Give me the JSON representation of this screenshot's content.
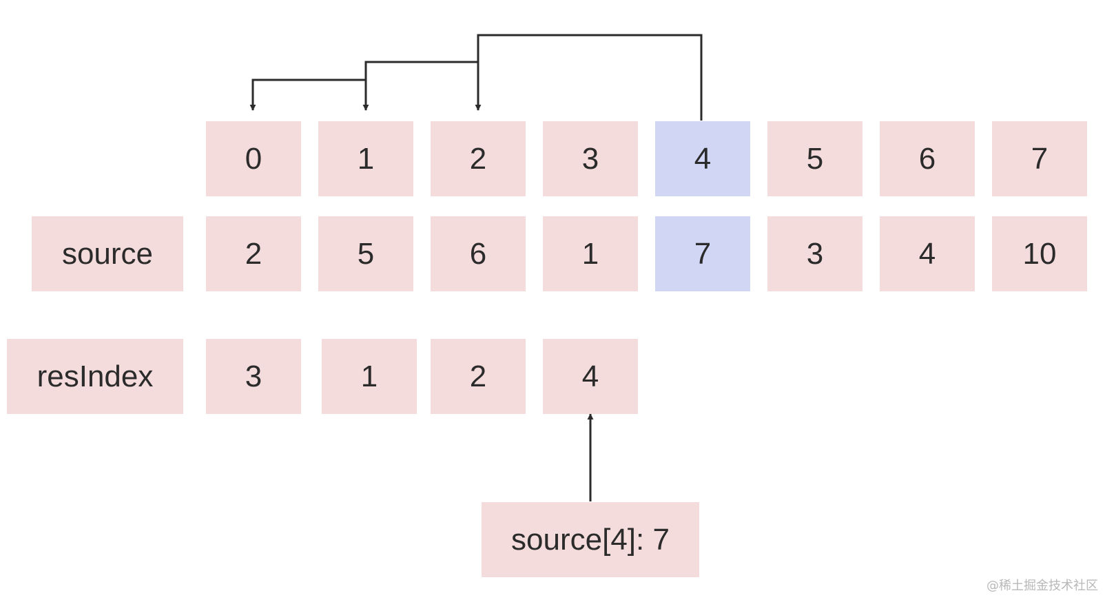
{
  "diagram": {
    "index_row": {
      "cells": [
        "0",
        "1",
        "2",
        "3",
        "4",
        "5",
        "6",
        "7"
      ],
      "highlight_index": 4
    },
    "source_row": {
      "label": "source",
      "cells": [
        "2",
        "5",
        "6",
        "1",
        "7",
        "3",
        "4",
        "10"
      ],
      "highlight_index": 4
    },
    "resindex_row": {
      "label": "resIndex",
      "cells": [
        "3",
        "1",
        "2",
        "4"
      ]
    },
    "current_box": {
      "label": "source[4]: 7"
    },
    "colors": {
      "cell_fill": "#f3dcdb",
      "highlight_fill": "#d1d6f4",
      "line": "#2b2b2b"
    }
  },
  "watermark": "@稀土掘金技术社区"
}
